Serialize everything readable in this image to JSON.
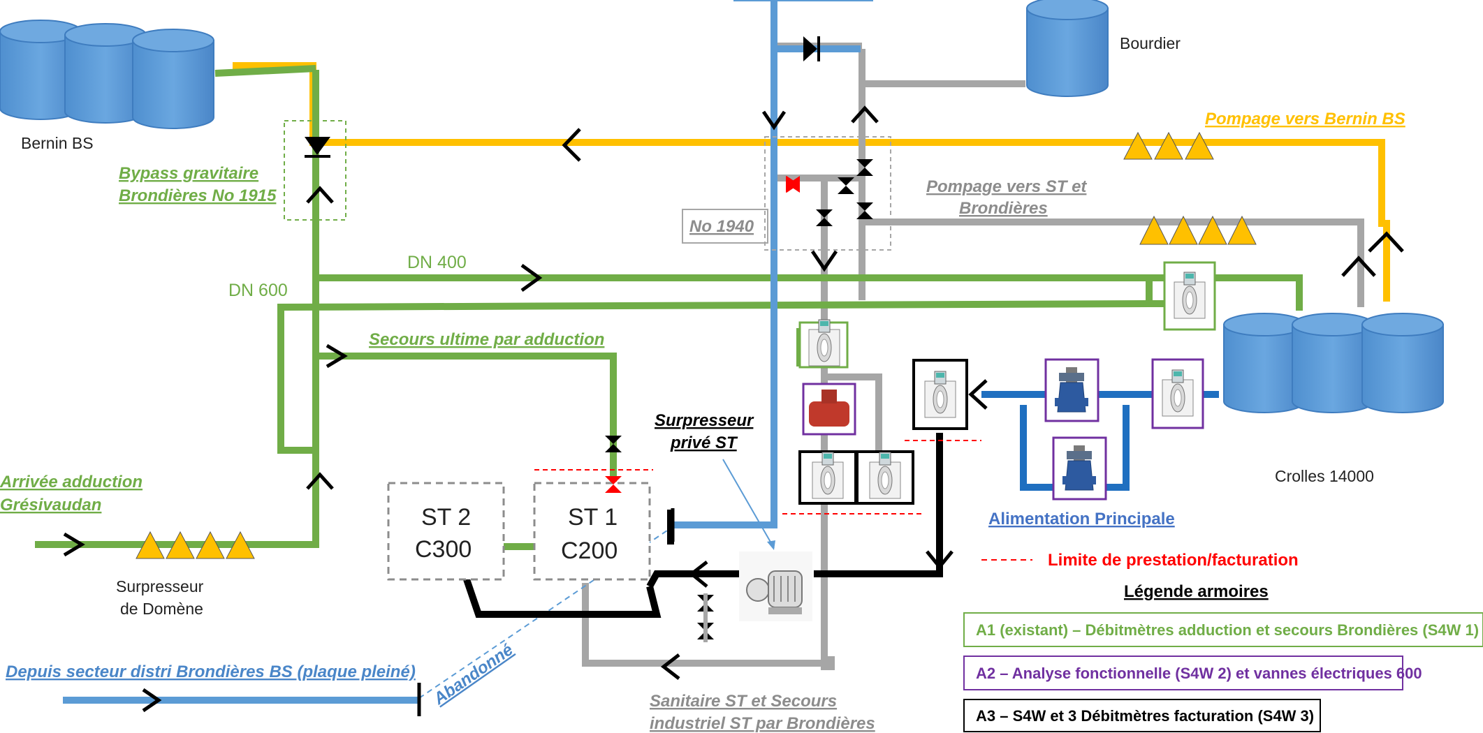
{
  "colors": {
    "green": "#70ad47",
    "blue": "#5b9bd5",
    "blue_dark": "#1f6fc0",
    "grey": "#a6a6a6",
    "orange": "#ffc000",
    "black": "#000000",
    "red": "#ff0000",
    "purple": "#7030a0",
    "tank": "#5b9bd5"
  },
  "tanks": {
    "bernin": "Bernin BS",
    "bourdier": "Bourdier",
    "crolles": "Crolles 14000"
  },
  "labels": {
    "bypass_line1": "Bypass gravitaire",
    "bypass_line2": "Brondières No 1915",
    "dn400": "DN 400",
    "dn600": "DN 600",
    "secours_ultime": "Secours ultime par adduction",
    "arrivee_line1": "Arrivée adduction",
    "arrivee_line2": "Grésivaudan",
    "surpresseur_domene_line1": "Surpresseur",
    "surpresseur_domene_line2": "de Domène",
    "depuis_secteur": "Depuis secteur distri Brondières BS (plaque pleiné)",
    "abandonne": "Abandonné",
    "no1940": "No 1940",
    "pompage_st_line1": "Pompage vers ST et",
    "pompage_st_line2": "Brondières",
    "pompage_bernin": "Pompage vers Bernin BS",
    "surpresseur_prive_line1": "Surpresseur",
    "surpresseur_prive_line2": "privé ST",
    "st2_line1": "ST 2",
    "st2_line2": "C300",
    "st1_line1": "ST 1",
    "st1_line2": "C200",
    "sanitaire_line1": "Sanitaire ST et Secours",
    "sanitaire_line2": "industriel ST par Brondières",
    "alimentation": "Alimentation Principale",
    "limite": "Limite de prestation/facturation"
  },
  "legend": {
    "title": "Légende armoires",
    "items": [
      "A1 (existant) – Débitmètres adduction et secours Brondières (S4W 1)",
      "A2 – Analyse fonctionnelle (S4W 2) et vannes électriques 600",
      "A3 – S4W et 3 Débitmètres facturation (S4W 3)"
    ]
  }
}
